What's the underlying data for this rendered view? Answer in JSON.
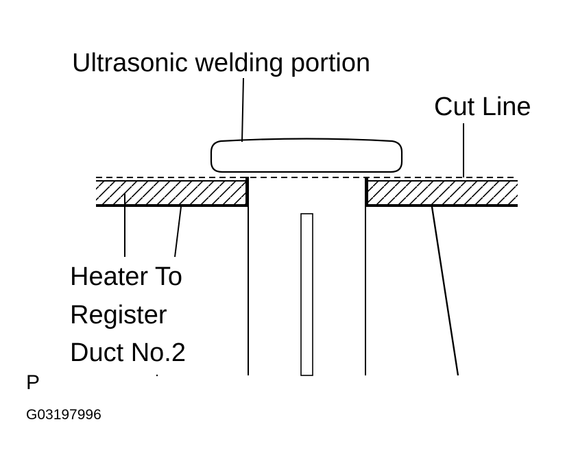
{
  "labels": {
    "welding": "Ultrasonic welding portion",
    "cut_line": "Cut Line",
    "duct_line1": "Heater To",
    "duct_line2": "Register",
    "duct_line3": "Duct No.2",
    "corner_mark": "P",
    "figure_code": "G03197996"
  },
  "colors": {
    "ink": "#000000",
    "background": "#ffffff"
  }
}
